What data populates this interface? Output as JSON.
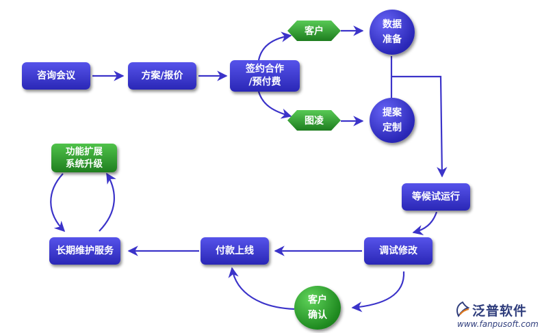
{
  "nodes": {
    "consult": "咨询会议",
    "proposal": "方案/报价",
    "contract": [
      "签约合作",
      "/预付费"
    ],
    "customer_top": "客户",
    "graphic": "图凌",
    "data_prep": [
      "数据",
      "准备"
    ],
    "proposal_custom": [
      "提案",
      "定制"
    ],
    "trial_run": "等候试运行",
    "debug": "调试修改",
    "go_live": "付款上线",
    "customer_confirm": [
      "客户",
      "确认"
    ],
    "maintenance": "长期维护服务",
    "upgrade": [
      "功能扩展",
      "系统升级"
    ]
  },
  "brand": {
    "icon": "fanpu-leaf-logo-icon",
    "name": "泛普软件",
    "url": "www.fanpusoft.com"
  },
  "colors": {
    "primary": "#3531c8",
    "green": "#2f9e2c",
    "arrow": "#3b33c9",
    "brand_text": "#2f3d7c"
  }
}
